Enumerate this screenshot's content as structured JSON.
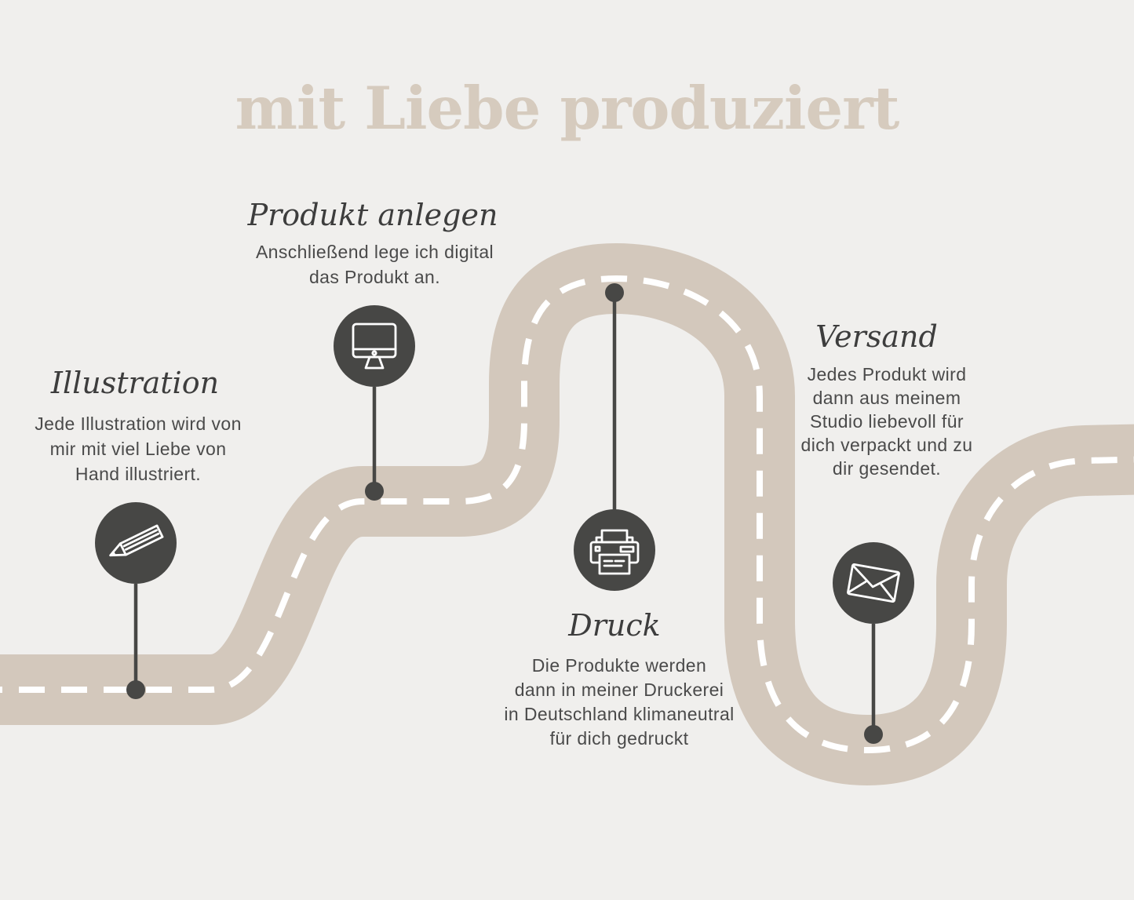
{
  "title": "mit Liebe produziert",
  "steps": [
    {
      "id": "illustration",
      "heading": "Illustration",
      "icon": "pencil-icon",
      "lines": [
        "Jede Illustration wird von",
        "mir mit viel Liebe von",
        "Hand illustriert."
      ]
    },
    {
      "id": "produkt-anlegen",
      "heading": "Produkt anlegen",
      "icon": "monitor-icon",
      "lines": [
        "Anschließend lege ich digital",
        "das Produkt an."
      ]
    },
    {
      "id": "druck",
      "heading": "Druck",
      "icon": "printer-icon",
      "lines": [
        "Die Produkte werden",
        "dann in meiner Druckerei",
        "in Deutschland klimaneutral",
        "für dich gedruckt"
      ]
    },
    {
      "id": "versand",
      "heading": "Versand",
      "icon": "envelope-icon",
      "lines": [
        "Jedes Produkt wird",
        "dann aus meinem",
        "Studio liebevoll für",
        "dich verpackt und zu",
        "dir gesendet."
      ]
    }
  ],
  "colors": {
    "background": "#f0efed",
    "road": "#d3c8bc",
    "road_dash": "#ffffff",
    "title": "#d6cbbe",
    "heading_text": "#3d3d3d",
    "body_text": "#4a4a4a",
    "marker": "#474745"
  }
}
